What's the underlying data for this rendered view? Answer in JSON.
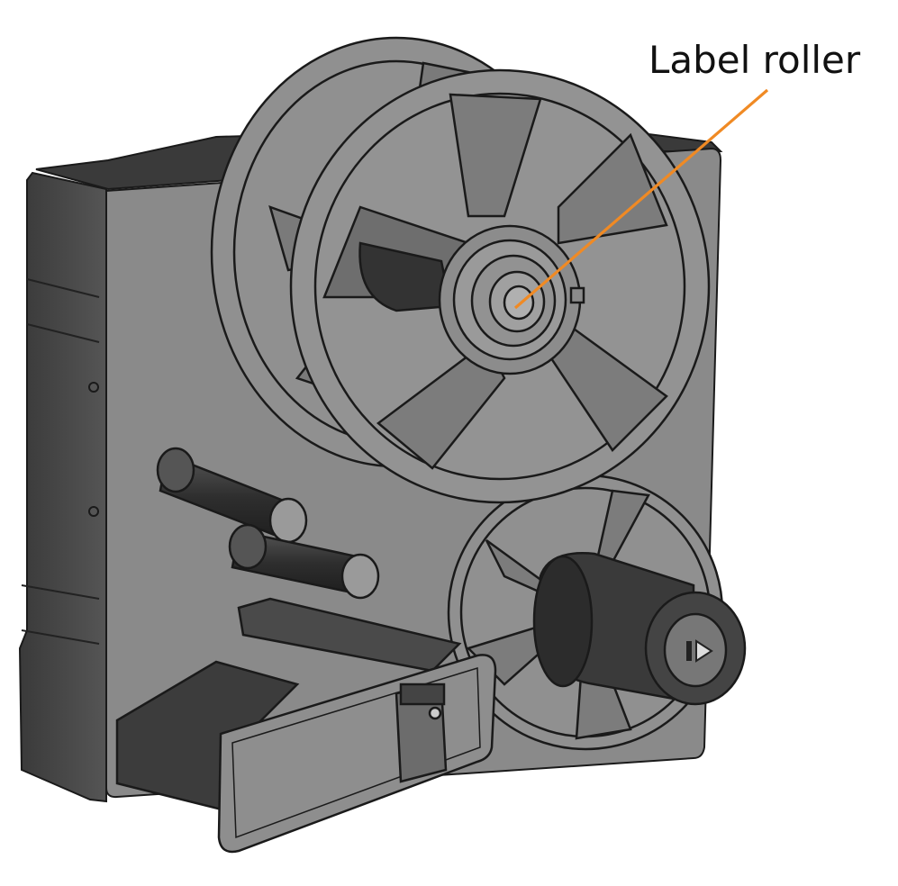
{
  "callouts": [
    {
      "text": "Label roller"
    }
  ],
  "drawing": {
    "subject": "label-applicator-machine",
    "style": "cad-line-drawing",
    "colors": {
      "body_face": "#8a8a8a",
      "body_dark": "#4a4a4a",
      "reel": "#909090",
      "roller": "#3c3c3c",
      "outline": "#1a1a1a",
      "callout_line": "#f08a24",
      "background": "#ffffff"
    },
    "icons": [
      "play-forward-icon"
    ]
  }
}
